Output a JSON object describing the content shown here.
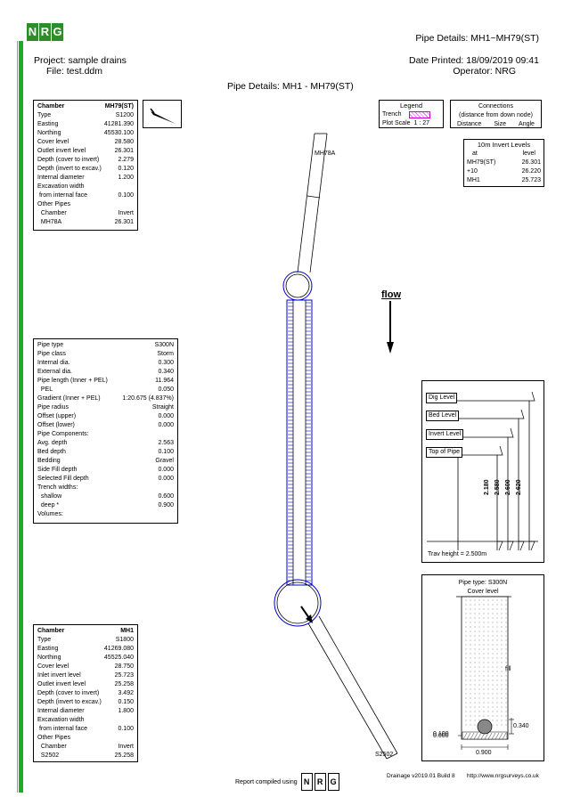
{
  "header": {
    "logo_letters": [
      "N",
      "R",
      "G"
    ],
    "title_right": "Pipe Details: MH1~MH79(ST)",
    "project": "Project: sample drains",
    "file": "File: test.ddm",
    "date_printed": "Date Printed: 18/09/2019 09:41",
    "operator": "Operator: NRG",
    "center_title": "Pipe Details: MH1 - MH79(ST)"
  },
  "chamber_top": {
    "rows": [
      {
        "k": "Chamber",
        "v": "MH79(ST)",
        "bold": true
      },
      {
        "k": "Type",
        "v": "S1200"
      },
      {
        "k": "Easting",
        "v": "41281.390"
      },
      {
        "k": "Northing",
        "v": "45530.100"
      },
      {
        "k": "Cover level",
        "v": "28.580"
      },
      {
        "k": "Outlet invert level",
        "v": "26.301"
      },
      {
        "k": "Depth (cover to invert)",
        "v": "2.279"
      },
      {
        "k": "Depth (invert to excav.)",
        "v": "0.120"
      },
      {
        "k": "Internal diameter",
        "v": "1.200"
      },
      {
        "k": "Excavation width",
        "v": ""
      },
      {
        "k": " from internal face",
        "v": "0.100"
      },
      {
        "k": "Other Pipes",
        "v": ""
      },
      {
        "k": "  Chamber",
        "v": "Invert"
      },
      {
        "k": "  MH78A",
        "v": "26.301"
      }
    ]
  },
  "chamber_bottom": {
    "rows": [
      {
        "k": "Chamber",
        "v": "MH1",
        "bold": true
      },
      {
        "k": "Type",
        "v": "S1800"
      },
      {
        "k": "Easting",
        "v": "41269.080"
      },
      {
        "k": "Northing",
        "v": "45525.040"
      },
      {
        "k": "Cover level",
        "v": "28.750"
      },
      {
        "k": "Inlet invert level",
        "v": "25.723"
      },
      {
        "k": "Outlet invert level",
        "v": "25.258"
      },
      {
        "k": "Depth (cover to invert)",
        "v": "3.492"
      },
      {
        "k": "Depth (invert to excav.)",
        "v": "0.150"
      },
      {
        "k": "Internal diameter",
        "v": "1.800"
      },
      {
        "k": "Excavation width",
        "v": ""
      },
      {
        "k": " from internal face",
        "v": "0.100"
      },
      {
        "k": "Other Pipes",
        "v": ""
      },
      {
        "k": "  Chamber",
        "v": "Invert"
      },
      {
        "k": "  S2502",
        "v": "25.258"
      }
    ]
  },
  "pipe": {
    "rows": [
      {
        "k": "Pipe type",
        "v": "S300N"
      },
      {
        "k": "Pipe class",
        "v": "Storm"
      },
      {
        "k": "Internal dia.",
        "v": "0.300"
      },
      {
        "k": "External dia.",
        "v": "0.340"
      },
      {
        "k": "Pipe length (Inner + PEL)",
        "v": "11.964"
      },
      {
        "k": "  PEL",
        "v": "0.050"
      },
      {
        "k": "Gradient (Inner + PEL)",
        "v": "1:20.675 (4.837%)"
      },
      {
        "k": "Pipe radius",
        "v": "Straight"
      },
      {
        "k": "Offset (upper)",
        "v": "0.000"
      },
      {
        "k": "Offset (lower)",
        "v": "0.000"
      },
      {
        "k": "Pipe Components:",
        "v": ""
      },
      {
        "k": "Avg. depth",
        "v": "2.563"
      },
      {
        "k": "Bed depth",
        "v": "0.100"
      },
      {
        "k": "Bedding",
        "v": "Gravel"
      },
      {
        "k": "Side Fill depth",
        "v": "0.000"
      },
      {
        "k": "Selected Fill depth",
        "v": "0.000"
      },
      {
        "k": "Trench widths:",
        "v": ""
      },
      {
        "k": "  shallow",
        "v": "0.600"
      },
      {
        "k": "  deep *",
        "v": "0.900"
      },
      {
        "k": "Volumes:",
        "v": ""
      }
    ]
  },
  "legend": {
    "title": "Legend",
    "trench": "Trench",
    "plot_scale": "Plot Scale",
    "scale_value": "1 : 27"
  },
  "connections": {
    "title": "Connections",
    "subtitle": "(distance from down node)",
    "cols": [
      "Distance",
      "Size",
      "Angle"
    ]
  },
  "invert_levels": {
    "title": "10m Invert Levels",
    "headers": [
      "at",
      "level"
    ],
    "rows": [
      [
        "MH79(ST)",
        "26.301"
      ],
      [
        "+10",
        "26.220"
      ],
      [
        "MH1",
        "25.723"
      ]
    ]
  },
  "plan": {
    "label_top": "MH78A",
    "label_bottom": "S2502",
    "flow": "flow"
  },
  "levels": {
    "labels": [
      "Dig Level",
      "Bed Level",
      "Invert Level",
      "Top of Pipe"
    ],
    "values": [
      "2.180",
      "2.580",
      "2.600",
      "2.620"
    ],
    "trav": "Trav height = 2.500m"
  },
  "section": {
    "title": "Pipe type: S300N",
    "cover": "Cover level",
    "fill": "fill",
    "dim_right": "0.340",
    "dim_bottom": "0.900",
    "left_a": "0.100",
    "left_b": "0.000"
  },
  "footer": {
    "compiled": "Report compiled using",
    "version": "Drainage v2019.01 Build 8",
    "url": "http://www.nrgsurveys.co.uk"
  }
}
